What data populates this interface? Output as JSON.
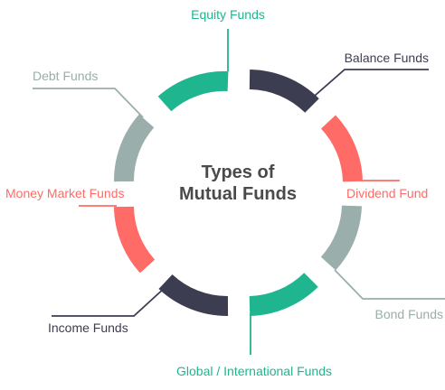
{
  "title": {
    "line1": "Types of",
    "line2": "Mutual Funds"
  },
  "colors": {
    "green": "#1fb58f",
    "navy": "#3d3d52",
    "red": "#ff6b66",
    "gray": "#9aaeab",
    "title": "#4a4a4a"
  },
  "segments": [
    {
      "name": "Equity Funds",
      "color": "#1fb58f"
    },
    {
      "name": "Balance Funds",
      "color": "#3d3d52"
    },
    {
      "name": "Dividend Fund",
      "color": "#ff6b66"
    },
    {
      "name": "Bond Funds",
      "color": "#9aaeab"
    },
    {
      "name": "Global / International Funds",
      "color": "#1fb58f"
    },
    {
      "name": "Income Funds",
      "color": "#3d3d52"
    },
    {
      "name": "Money Market Funds",
      "color": "#ff6b66"
    },
    {
      "name": "Debt Funds",
      "color": "#9aaeab"
    }
  ]
}
